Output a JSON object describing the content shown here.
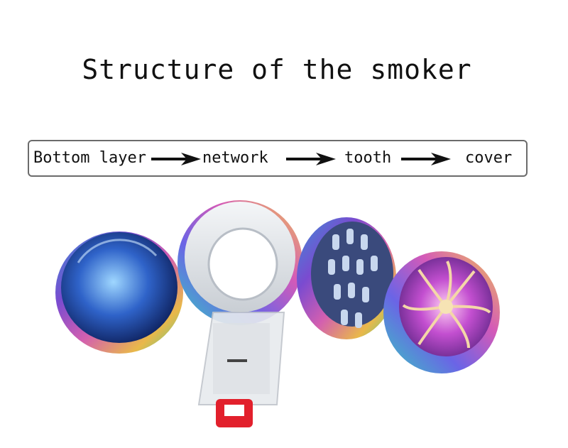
{
  "title": "Structure of the smoker",
  "flow": {
    "steps": [
      "Bottom layer",
      "network",
      "tooth",
      "cover"
    ]
  },
  "colors": {
    "text": "#111111",
    "box_border": "#6b6b6b",
    "accent_red": "#e2202c"
  },
  "icons": [
    "right-arrow-icon"
  ]
}
